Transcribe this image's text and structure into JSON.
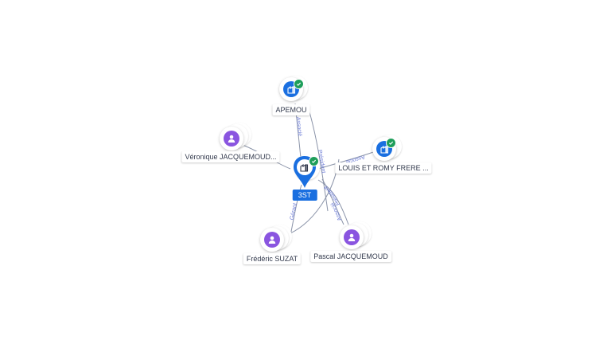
{
  "colors": {
    "company": "#1a6fe0",
    "person": "#8a55e0",
    "verified": "#1e9e5a",
    "edge": "#8a93a8",
    "edge_label": "#6b7bd6"
  },
  "center": {
    "label": "3ST",
    "icon": "building-icon",
    "verified": true
  },
  "nodes": [
    {
      "id": "apemou",
      "label": "APEMOU",
      "kind": "company",
      "icon": "building-icon",
      "verified": true
    },
    {
      "id": "louis",
      "label": "LOUIS ET ROMY FRERE ...",
      "kind": "company",
      "icon": "building-icon",
      "verified": true
    },
    {
      "id": "veronique",
      "label": "Véronique JACQUEMOUD...",
      "kind": "person",
      "icon": "person-icon",
      "verified": false
    },
    {
      "id": "frederic",
      "label": "Frédéric SUZAT",
      "kind": "person",
      "icon": "person-icon",
      "verified": false
    },
    {
      "id": "pascal",
      "label": "Pascal JACQUEMOUD",
      "kind": "person",
      "icon": "person-icon",
      "verified": false
    }
  ],
  "edges": [
    {
      "id": "e-apemou-1",
      "text": "Associé"
    },
    {
      "id": "e-apemou-2",
      "text": "Président"
    },
    {
      "id": "e-louis",
      "text": "Associé"
    },
    {
      "id": "e-veronique",
      "text": ""
    },
    {
      "id": "e-frederic",
      "text": "Gérant"
    },
    {
      "id": "e-pascal-1",
      "text": "Associé"
    },
    {
      "id": "e-pascal-2",
      "text": "Président"
    }
  ]
}
